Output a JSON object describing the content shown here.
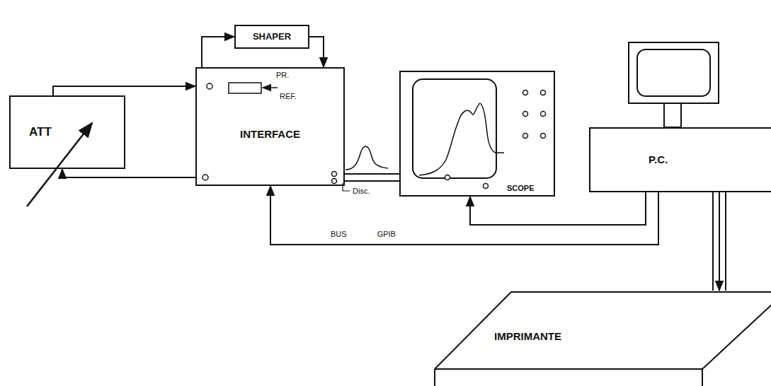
{
  "diagram": {
    "nodes": [
      {
        "text": [
          "ATT"
        ]
      },
      {
        "text": [
          "SHAPER"
        ]
      },
      {
        "text": [
          "INTERFACE"
        ]
      },
      {
        "text": [
          "SCOPE"
        ]
      },
      {
        "text": [
          "P.C."
        ]
      },
      {
        "text": [
          "IMPRIMANTE"
        ]
      }
    ],
    "edges": [
      {
        "from": 0,
        "to": 2,
        "arrow": "to"
      },
      {
        "from": 2,
        "to": 0,
        "arrow": "to"
      },
      {
        "from": 2,
        "to": 1,
        "arrow": "to"
      },
      {
        "from": 1,
        "to": 2,
        "arrow": "to"
      },
      {
        "from": 2,
        "to": 3,
        "arrow": "none"
      },
      {
        "from": 2,
        "to": 3,
        "arrow": "none"
      },
      {
        "from": 4,
        "to": 2,
        "arrow": "to"
      },
      {
        "from": 4,
        "to": 3,
        "arrow": "to"
      },
      {
        "from": 4,
        "to": 5,
        "arrow": "to"
      }
    ],
    "labels": [
      "PR.",
      "REF.",
      "Disc.",
      "BUS GPIB"
    ]
  }
}
